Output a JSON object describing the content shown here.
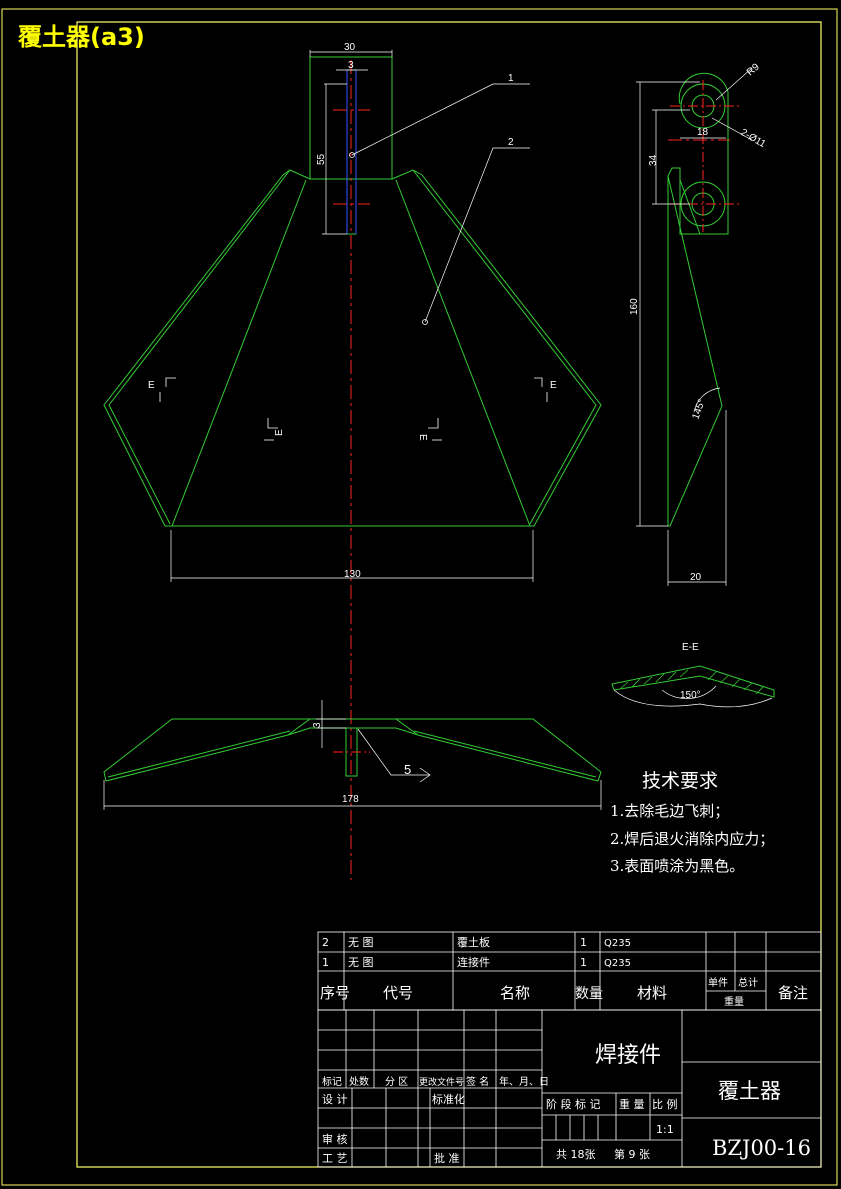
{
  "sheet_title": "覆土器(a3)",
  "colors": {
    "outline": "#33cc33",
    "centerline": "#ff2222",
    "hidden": "#3355ff",
    "border": "#ffff66",
    "text": "#ffffff",
    "title": "#ffff00"
  },
  "front_view": {
    "dims": {
      "top_width": "30",
      "slot": "3",
      "height_55": "55",
      "bottom_width": "130"
    },
    "balloons": {
      "b1": "1",
      "b2": "2"
    },
    "section_marks": [
      "E",
      "E",
      "E",
      "E"
    ]
  },
  "side_view": {
    "dims": {
      "radius": "R9",
      "holes": "2-Ø11",
      "hole_gap": "18",
      "hole_pitch": "34",
      "height": "160",
      "angle": "145°",
      "base_width": "20"
    }
  },
  "section_ee": {
    "label": "E-E",
    "angle": "150°"
  },
  "top_view": {
    "dims": {
      "thickness": "3",
      "length": "178"
    },
    "balloon": "5"
  },
  "tech_requirements": {
    "heading": "技术要求",
    "items": [
      "1.去除毛边飞刺；",
      "2.焊后退火消除内应力；",
      "3.表面喷涂为黑色。"
    ]
  },
  "parts_list": {
    "rows": [
      {
        "no": "2",
        "code": "无 图",
        "name": "覆土板",
        "qty": "1",
        "material": "Q235"
      },
      {
        "no": "1",
        "code": "无 图",
        "name": "连接件",
        "qty": "1",
        "material": "Q235"
      }
    ],
    "header": {
      "no": "序号",
      "code": "代号",
      "name": "名称",
      "qty": "数量",
      "material": "材料",
      "unit": "单件",
      "total": "总计",
      "weight": "重量",
      "remark": "备注"
    }
  },
  "title_block": {
    "part_name": "焊接件",
    "product_name": "覆土器",
    "drawing_no": "BZJ00-16",
    "labels": {
      "mark": "标记",
      "count": "处数",
      "zone": "分 区",
      "doc": "更改文件号",
      "sign": "签 名",
      "date": "年、月、日",
      "design": "设 计",
      "standard": "标准化",
      "stage": "阶 段 标 记",
      "weight": "重 量",
      "scale": "比 例",
      "review": "审 核",
      "process": "工 艺",
      "approve": "批 准"
    },
    "scale": "1:1",
    "sheets_total": "共 18张",
    "sheet_no": "第 9 张"
  }
}
